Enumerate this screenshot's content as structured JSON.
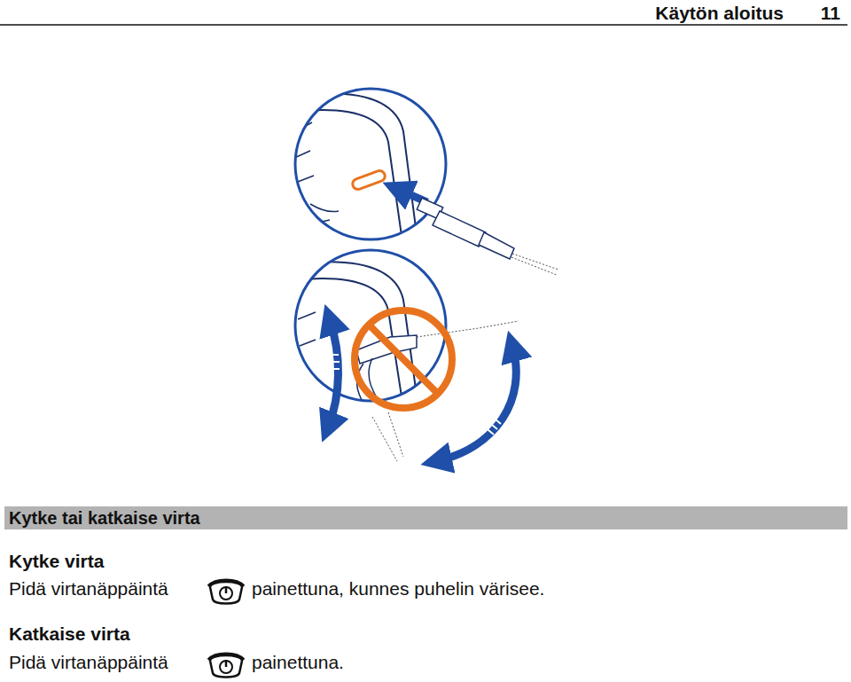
{
  "diagram": {
    "title": "Kytke tai katkaise virta",
    "labels": [
      "Käytön aloitus",
      "11",
      "Kytke virta",
      "Pidä virtanäppäintä",
      "painettuna, kunnes puhelin värisee.",
      "Katkaise virta",
      "Pidä virtanäppäintä",
      "painettuna."
    ]
  }
}
